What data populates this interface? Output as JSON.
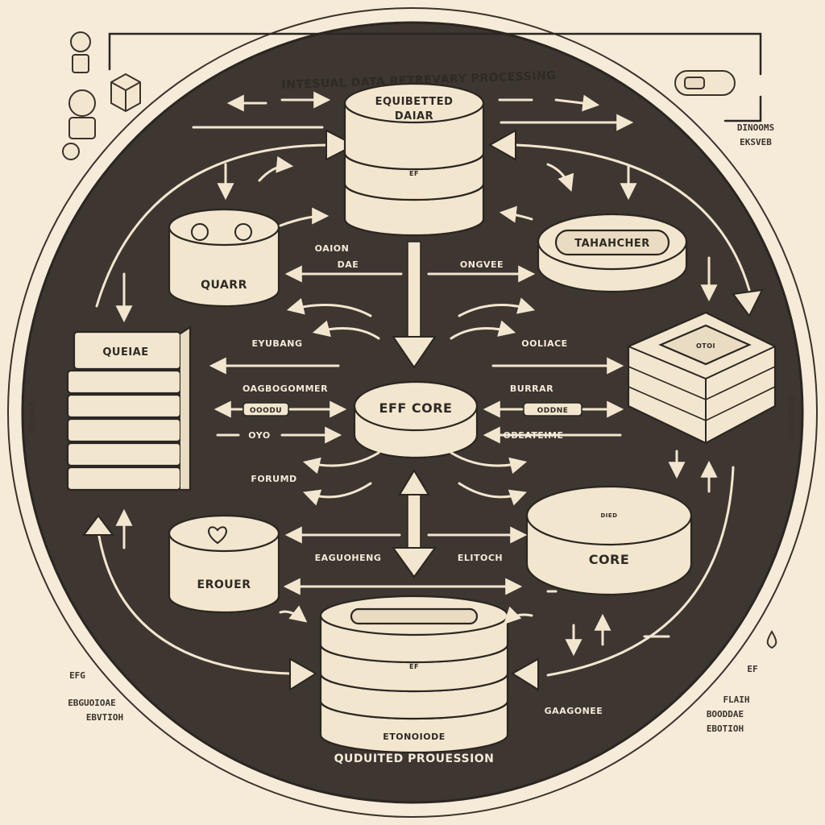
{
  "diagram": {
    "title": "INTESUAL DATA RETREVARY PROCESSING",
    "footer": "QUDUITED PROUESSION",
    "nodes": {
      "top_db": {
        "label_line1": "EQUIBETTED",
        "label_line2": "DAIAR",
        "tag": "EF"
      },
      "quarr": {
        "label": "QUARR"
      },
      "tanaicher": {
        "label": "TAHAHCHER"
      },
      "queiae": {
        "label": "QUEIAE"
      },
      "cube": {
        "label": "OTOI"
      },
      "core_center": {
        "label": "EFF CORE"
      },
      "erouer": {
        "label": "EROUER"
      },
      "core_right": {
        "label": "CORE",
        "tag": "DIED"
      },
      "bottom_db": {
        "label": "ETONOIODE",
        "tag": "EF"
      }
    },
    "inner_labels": [
      "OAION",
      "DAE",
      "ONGVEE",
      "EYUBANG",
      "OOLIACE",
      "OAGBOGOMMER",
      "OOODU",
      "OYO",
      "BURRAR",
      "ODDNE",
      "OBEATEIME",
      "FORUMD",
      "EAGUOHENG",
      "ELITOCH",
      "GAAGONEE"
    ],
    "outer_labels": {
      "top_right": [
        "DINOOMS",
        "EKSVEB"
      ],
      "bottom_left": [
        "EFG",
        "EBGUOIOAE",
        "EBVTIOH"
      ],
      "bottom_right": [
        "EF",
        "FLAIH",
        "BOODDAE",
        "EBOTIOH"
      ],
      "left_side": "BENNAB",
      "right_side": "ABGGOBEE"
    }
  }
}
